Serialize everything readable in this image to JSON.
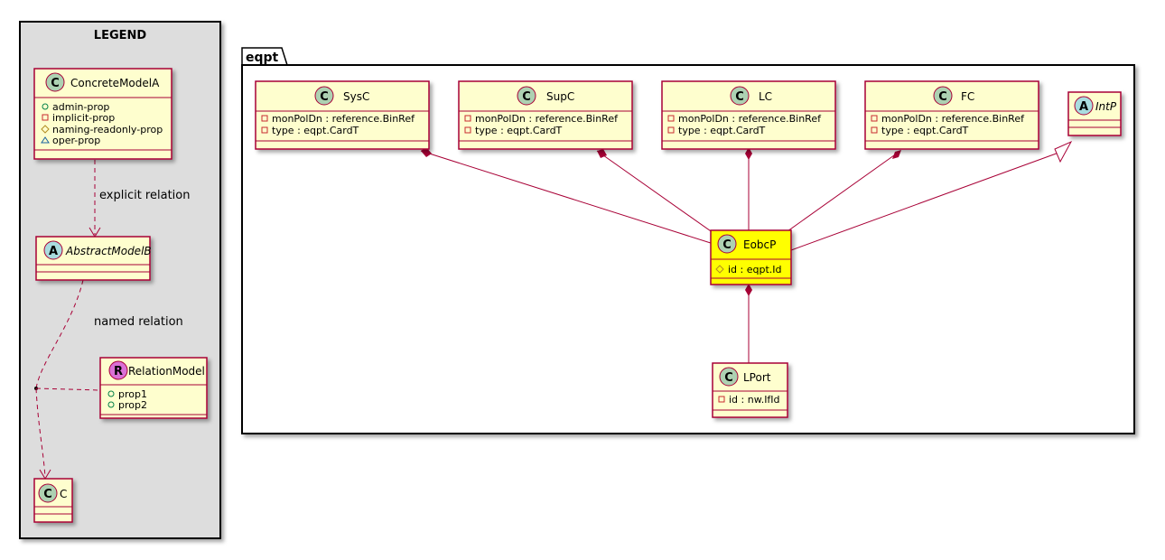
{
  "legend": {
    "title": "LEGEND",
    "concrete": {
      "stereotype": "C",
      "name": "ConcreteModelA",
      "attrs": [
        {
          "vis": "public",
          "text": "admin-prop"
        },
        {
          "vis": "private",
          "text": "implicit-prop"
        },
        {
          "vis": "protected",
          "text": "naming-readonly-prop"
        },
        {
          "vis": "package",
          "text": "oper-prop"
        }
      ]
    },
    "abstract": {
      "stereotype": "A",
      "name": "AbstractModelB"
    },
    "relation_model": {
      "stereotype": "R",
      "name": "RelationModel",
      "attrs": [
        {
          "vis": "public",
          "text": "prop1"
        },
        {
          "vis": "public",
          "text": "prop2"
        }
      ]
    },
    "target": {
      "stereotype": "C",
      "name": "C"
    },
    "explicit_relation_label": "explicit relation",
    "named_relation_label": "named relation"
  },
  "package": {
    "name": "eqpt"
  },
  "classes": {
    "sysc": {
      "stereotype": "C",
      "name": "SysC",
      "attrs": [
        {
          "vis": "private",
          "text": "monPolDn : reference.BinRef"
        },
        {
          "vis": "private",
          "text": "type : eqpt.CardT"
        }
      ]
    },
    "supc": {
      "stereotype": "C",
      "name": "SupC",
      "attrs": [
        {
          "vis": "private",
          "text": "monPolDn : reference.BinRef"
        },
        {
          "vis": "private",
          "text": "type : eqpt.CardT"
        }
      ]
    },
    "lc": {
      "stereotype": "C",
      "name": "LC",
      "attrs": [
        {
          "vis": "private",
          "text": "monPolDn : reference.BinRef"
        },
        {
          "vis": "private",
          "text": "type : eqpt.CardT"
        }
      ]
    },
    "fc": {
      "stereotype": "C",
      "name": "FC",
      "attrs": [
        {
          "vis": "private",
          "text": "monPolDn : reference.BinRef"
        },
        {
          "vis": "private",
          "text": "type : eqpt.CardT"
        }
      ]
    },
    "intp": {
      "stereotype": "A",
      "name": "IntP"
    },
    "eobcp": {
      "stereotype": "C",
      "name": "EobcP",
      "attrs": [
        {
          "vis": "protected",
          "text": "id : eqpt.Id"
        }
      ]
    },
    "lport": {
      "stereotype": "C",
      "name": "LPort",
      "attrs": [
        {
          "vis": "private",
          "text": "id : nw.IfId"
        }
      ]
    }
  },
  "colors": {
    "class_fill": "#FEFECE",
    "class_border": "#A80036",
    "highlight_fill": "#FFFF00",
    "legend_bg": "#DDDDDD",
    "stereo_c": "#ADD1B2",
    "stereo_a": "#A9DCDF",
    "stereo_r": "#DA70D6"
  }
}
